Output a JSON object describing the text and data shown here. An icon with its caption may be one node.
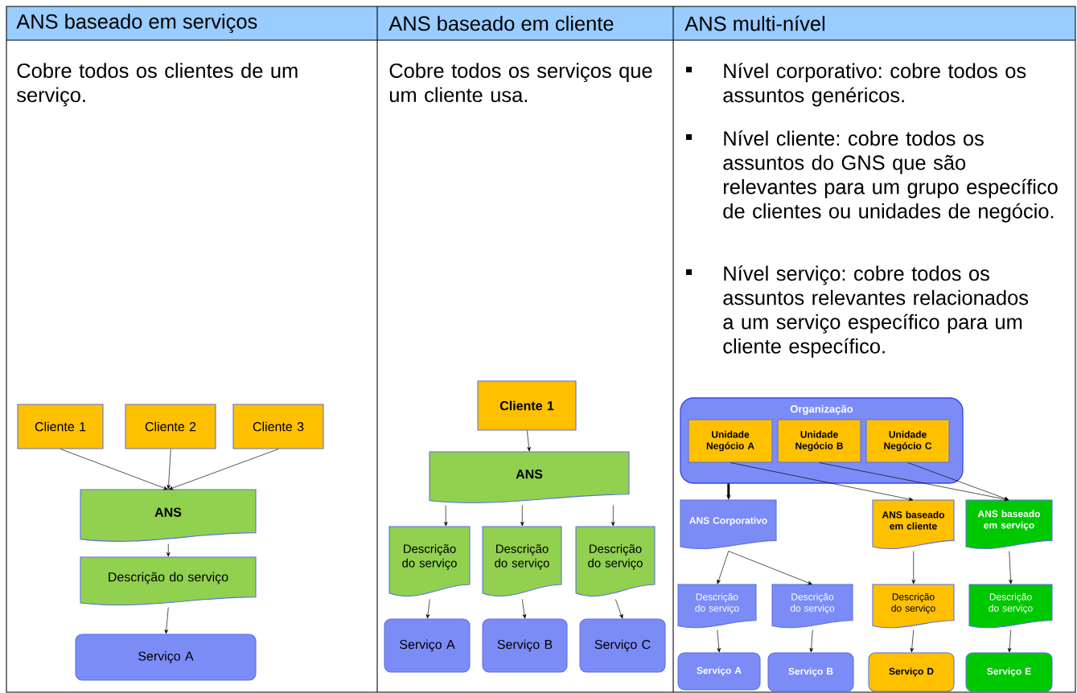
{
  "diagram": {
    "nodes": [
      {
        "text": [
          "Cliente 1"
        ]
      },
      {
        "text": [
          "Cliente 2"
        ]
      },
      {
        "text": [
          "Cliente 3"
        ]
      },
      {
        "text": [
          "ANS"
        ]
      },
      {
        "text": [
          "Descrição do serviço"
        ]
      },
      {
        "text": [
          "Serviço A"
        ]
      },
      {
        "text": [
          "Cliente 1"
        ]
      },
      {
        "text": [
          "ANS"
        ]
      },
      {
        "text": [
          "Descrição do serviço"
        ]
      },
      {
        "text": [
          "Descrição do serviço"
        ]
      },
      {
        "text": [
          "Descrição do serviço"
        ]
      },
      {
        "text": [
          "Serviço A"
        ]
      },
      {
        "text": [
          "Serviço B"
        ]
      },
      {
        "text": [
          "Serviço C"
        ]
      },
      {
        "text": [
          "Organização"
        ]
      },
      {
        "text": [
          "Unidade Negócio A"
        ],
        "in": 14
      },
      {
        "text": [
          "Unidade Negócio B"
        ],
        "in": 14
      },
      {
        "text": [
          "Unidade Negócio C"
        ],
        "in": 14
      },
      {
        "text": [
          "ANS Corporativo"
        ]
      },
      {
        "text": [
          "ANS baseado em cliente"
        ]
      },
      {
        "text": [
          "ANS baseado em serviço"
        ]
      },
      {
        "text": [
          "Descrição do serviço"
        ]
      },
      {
        "text": [
          "Descrição do serviço"
        ]
      },
      {
        "text": [
          "Descrição do serviço"
        ]
      },
      {
        "text": [
          "Descrição do serviço"
        ]
      },
      {
        "text": [
          "Serviço A"
        ]
      },
      {
        "text": [
          "Serviço B"
        ]
      },
      {
        "text": [
          "Serviço D"
        ]
      },
      {
        "text": [
          "Serviço E"
        ]
      }
    ],
    "edges": [
      {
        "from": 0,
        "to": 3,
        "arrow": "to"
      },
      {
        "from": 1,
        "to": 3,
        "arrow": "to"
      },
      {
        "from": 2,
        "to": 3,
        "arrow": "to"
      },
      {
        "from": 3,
        "to": 4,
        "arrow": "to"
      },
      {
        "from": 4,
        "to": 5,
        "arrow": "to"
      },
      {
        "from": 6,
        "to": 7,
        "arrow": "to"
      },
      {
        "from": 7,
        "to": 8,
        "arrow": "to"
      },
      {
        "from": 7,
        "to": 9,
        "arrow": "to"
      },
      {
        "from": 7,
        "to": 10,
        "arrow": "to"
      },
      {
        "from": 8,
        "to": 11,
        "arrow": "to"
      },
      {
        "from": 9,
        "to": 12,
        "arrow": "to"
      },
      {
        "from": 10,
        "to": 13,
        "arrow": "to"
      },
      {
        "from": 14,
        "to": 18,
        "arrow": "to",
        "style": "thick"
      },
      {
        "from": 15,
        "to": 19,
        "arrow": "to"
      },
      {
        "from": 16,
        "to": 20,
        "arrow": "to"
      },
      {
        "from": 17,
        "to": 20,
        "arrow": "to"
      },
      {
        "from": 18,
        "to": 21,
        "arrow": "to"
      },
      {
        "from": 18,
        "to": 22,
        "arrow": "to"
      },
      {
        "from": 19,
        "to": 23,
        "arrow": "to"
      },
      {
        "from": 20,
        "to": 24,
        "arrow": "to"
      },
      {
        "from": 21,
        "to": 25,
        "arrow": "to"
      },
      {
        "from": 22,
        "to": 26,
        "arrow": "to"
      },
      {
        "from": 23,
        "to": 27,
        "arrow": "to"
      },
      {
        "from": 24,
        "to": 28,
        "arrow": "to"
      }
    ],
    "labels": [
      "ANS baseado em serviços",
      "ANS baseado em cliente",
      "ANS multi-nível",
      "Cobre todos os clientes de um serviço.",
      "Cobre todos os serviços que um cliente usa.",
      "Nível corporativo: cobre todos os assuntos genéricos.",
      "Nível cliente: cobre todos os assuntos do GNS que são relevantes para um grupo específico de clientes ou unidades de negócio.",
      "Nível serviço: cobre todos os assuntos relevantes relacionados a um serviço específico para um cliente específico."
    ]
  }
}
